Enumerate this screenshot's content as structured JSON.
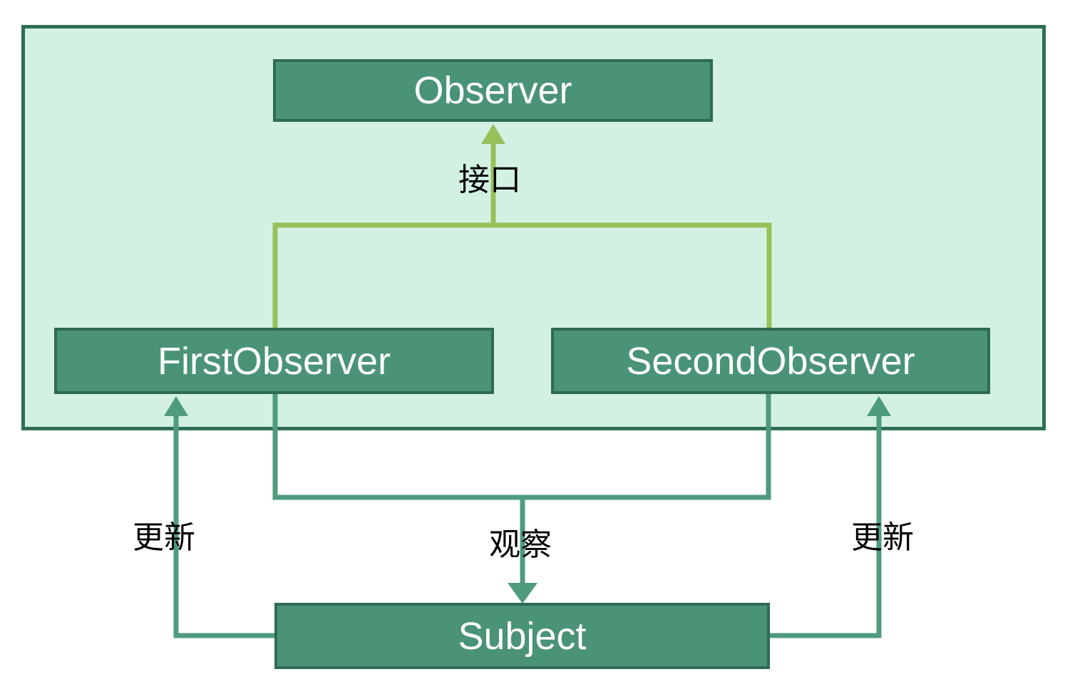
{
  "diagram": {
    "type": "observer-pattern-class-diagram",
    "nodes": {
      "observer": {
        "label": "Observer"
      },
      "first_observer": {
        "label": "FirstObserver"
      },
      "second_observer": {
        "label": "SecondObserver"
      },
      "subject": {
        "label": "Subject"
      }
    },
    "edge_labels": {
      "interface": "接口",
      "observe": "观察",
      "update_left": "更新",
      "update_right": "更新"
    },
    "colors": {
      "page_background": "#ffffff",
      "container_fill": "#d2f1e2",
      "container_border": "#2f6e55",
      "node_fill": "#4a9377",
      "node_border": "#2e6b52",
      "node_text": "#ffffff",
      "inheritance_line": "#97c05a",
      "association_line": "#4f9b7d",
      "edge_label_text": "#000000"
    }
  }
}
